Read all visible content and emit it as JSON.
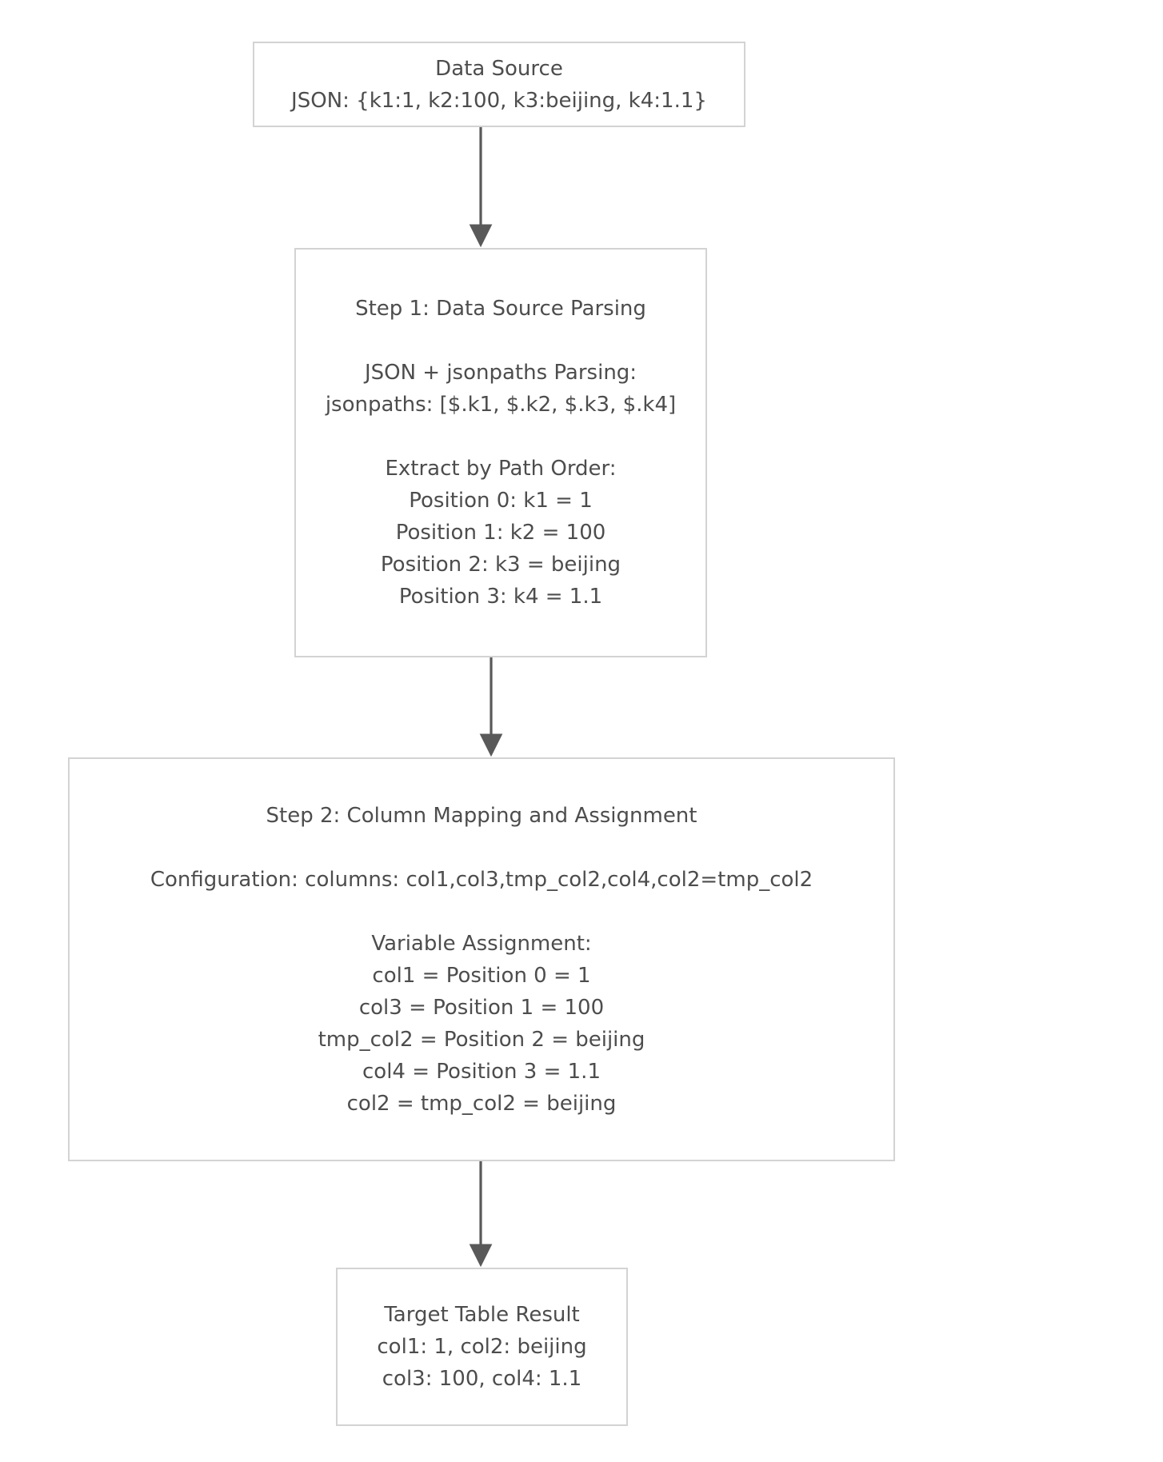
{
  "diagram": {
    "title": "Data Source to Target Table Mapping Flow",
    "orientation": "top-to-bottom",
    "colors": {
      "node_border": "#d3d3d3",
      "node_fill": "#ffffff",
      "text": "#4d4d4d",
      "edge": "#595959"
    }
  },
  "nodes": [
    {
      "id": "datasource",
      "name": "Data Source",
      "lines": [
        "Data Source",
        "JSON: {k1:1, k2:100, k3:beijing, k4:1.1}"
      ]
    },
    {
      "id": "step1",
      "name": "Step 1: Data Source Parsing",
      "lines": [
        "Step 1: Data Source Parsing",
        "",
        "JSON + jsonpaths Parsing:",
        "jsonpaths: [$.k1, $.k2, $.k3, $.k4]",
        "",
        "Extract by Path Order:",
        "Position 0: k1 = 1",
        "Position 1: k2 = 100",
        "Position 2: k3 = beijing",
        "Position 3: k4 = 1.1"
      ]
    },
    {
      "id": "step2",
      "name": "Step 2: Column Mapping and Assignment",
      "lines": [
        "Step 2: Column Mapping and Assignment",
        "",
        "Configuration: columns: col1,col3,tmp_col2,col4,col2=tmp_col2",
        "",
        "Variable Assignment:",
        "col1 = Position 0 = 1",
        "col3 = Position 1 = 100",
        "tmp_col2 = Position 2 = beijing",
        "col4 = Position 3 = 1.1",
        "col2 = tmp_col2 = beijing"
      ]
    },
    {
      "id": "result",
      "name": "Target Table Result",
      "lines": [
        "Target Table Result",
        "col1: 1, col2: beijing",
        "col3: 100, col4: 1.1"
      ]
    }
  ],
  "node_text": {
    "datasource": {
      "l0": "Data Source",
      "l1": "JSON: {k1:1, k2:100, k3:beijing, k4:1.1}"
    },
    "step1": {
      "l0": "Step 1: Data Source Parsing",
      "l1": "JSON + jsonpaths Parsing:",
      "l2": "jsonpaths: [$.k1, $.k2, $.k3, $.k4]",
      "l3": "Extract by Path Order:",
      "l4": "Position 0: k1 = 1",
      "l5": "Position 1: k2 = 100",
      "l6": "Position 2: k3 = beijing",
      "l7": "Position 3: k4 = 1.1"
    },
    "step2": {
      "l0": "Step 2: Column Mapping and Assignment",
      "l1": "Configuration: columns: col1,col3,tmp_col2,col4,col2=tmp_col2",
      "l2": "Variable Assignment:",
      "l3": "col1 = Position 0 = 1",
      "l4": "col3 = Position 1 = 100",
      "l5": "tmp_col2 = Position 2 = beijing",
      "l6": "col4 = Position 3 = 1.1",
      "l7": "col2 = tmp_col2 = beijing"
    },
    "result": {
      "l0": "Target Table Result",
      "l1": "col1: 1, col2: beijing",
      "l2": "col3: 100, col4: 1.1"
    }
  },
  "edges": [
    {
      "id": "e1",
      "from": "datasource",
      "to": "step1",
      "label": ""
    },
    {
      "id": "e2",
      "from": "step1",
      "to": "step2",
      "label": ""
    },
    {
      "id": "e3",
      "from": "step2",
      "to": "result",
      "label": ""
    }
  ]
}
